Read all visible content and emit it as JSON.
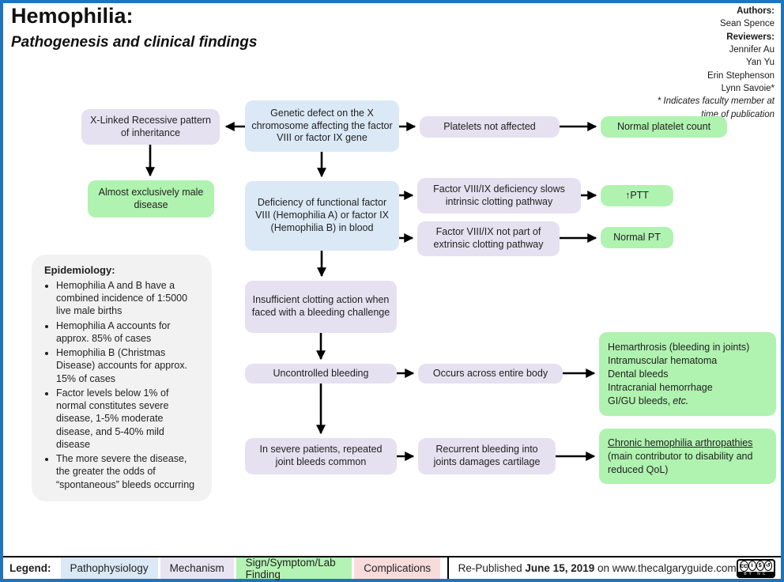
{
  "header": {
    "title": "Hemophilia:",
    "subtitle": "Pathogenesis and clinical findings"
  },
  "credits": {
    "authors_label": "Authors:",
    "authors": [
      "Sean Spence"
    ],
    "reviewers_label": "Reviewers:",
    "reviewers": [
      "Jennifer Au",
      "Yan Yu",
      "Erin Stephenson",
      "Lynn Savoie*"
    ],
    "footnote_line1": "* Indicates faculty member at",
    "footnote_line2": "time of publication"
  },
  "flow": {
    "xlinked": "X-Linked Recessive pattern of inheritance",
    "genetic_defect": "Genetic defect on the X chromosome affecting the factor VIII or factor IX gene",
    "platelets": "Platelets not affected",
    "normal_platelet_count": "Normal platelet count",
    "male_disease": "Almost exclusively male disease",
    "deficiency": "Deficiency of functional factor VIII (Hemophilia A) or factor IX (Hemophilia B) in blood",
    "intrinsic": "Factor VIII/IX deficiency slows intrinsic clotting pathway",
    "ptt": "↑PTT",
    "extrinsic": "Factor VIII/IX not part of extrinsic clotting pathway",
    "normal_pt": "Normal PT",
    "insufficient": "Insufficient clotting action when faced with a bleeding challenge",
    "uncontrolled": "Uncontrolled bleeding",
    "entire_body": "Occurs across entire body",
    "bleed_findings": [
      "Hemarthrosis (bleeding in joints)",
      "Intramuscular hematoma",
      "Dental bleeds",
      "Intracranial hemorrhage"
    ],
    "bleed_findings_last_prefix": "GI/GU bleeds,",
    "bleed_findings_last_italic": "etc.",
    "joint_bleeds": "In severe patients, repeated joint bleeds common",
    "recurrent": "Recurrent bleeding into joints damages cartilage",
    "arthropathies_title": "Chronic hemophilia arthropathies",
    "arthropathies_detail": "(main contributor to disability and reduced QoL)"
  },
  "epidemiology": {
    "heading": "Epidemiology:",
    "bullets": [
      "Hemophilia A and B have a combined incidence of 1:5000 live male births",
      "Hemophilia A accounts for approx. 85% of cases",
      "Hemophilia B (Christmas Disease) accounts for approx. 15% of cases",
      "Factor levels below 1% of normal constitutes severe disease, 1-5% moderate disease, and 5-40% mild disease",
      "The more severe the disease, the greater the odds of “spontaneous” bleeds occurring"
    ]
  },
  "legend": {
    "label": "Legend:",
    "items": [
      "Pathophysiology",
      "Mechanism",
      "Sign/Symptom/Lab Finding",
      "Complications"
    ]
  },
  "footer": {
    "republished_prefix": "Re-Published",
    "republished_date": "June 15, 2019",
    "republished_suffix": "on www.thecalgaryguide.com",
    "cc_glyph_cc": "cc",
    "cc_glyph_by": "i",
    "cc_glyph_nc": "$",
    "cc_glyph_sa": "↺",
    "cc_caption": "BY NC SA"
  },
  "colors": {
    "pathophysiology_blue": "#dbe9f6",
    "mechanism_lavender": "#e5e1f0",
    "sign_symptom_green": "#b0f2b0",
    "complications_pink": "#f8dcdc",
    "note_gray": "#f2f2f2",
    "page_border_blue": "#2173bb",
    "arrow_black": "#000000"
  }
}
